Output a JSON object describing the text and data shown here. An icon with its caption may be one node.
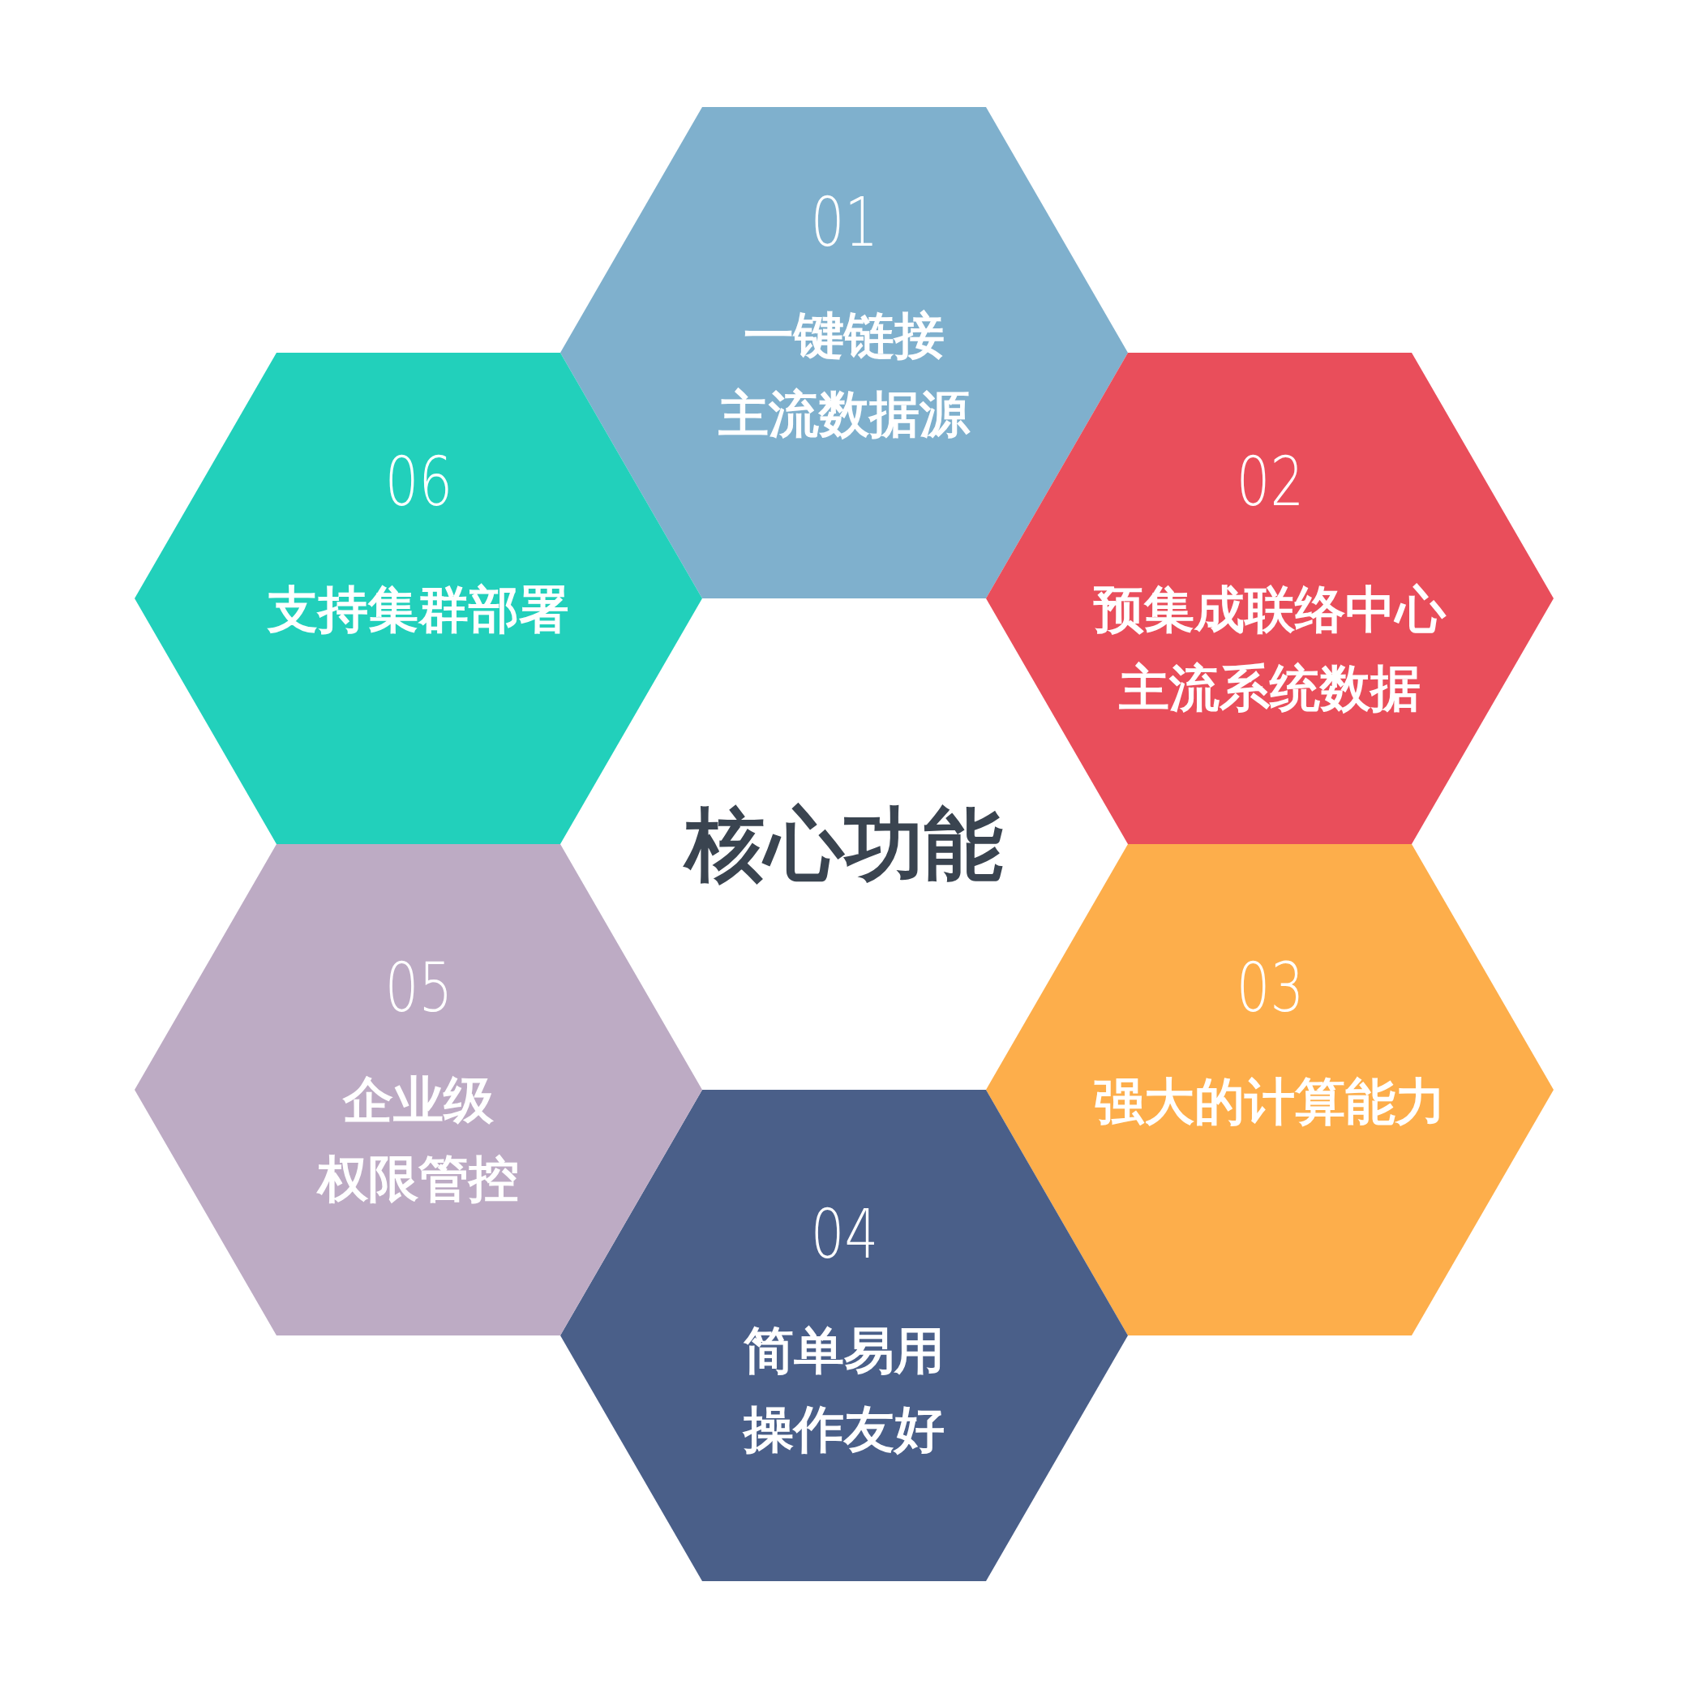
{
  "diagram": {
    "nodes": [
      {
        "text": [
          "核心功能"
        ]
      },
      {
        "text": [
          "01",
          "一键链接主流数据源"
        ]
      },
      {
        "text": [
          "02",
          "预集成联络中心主流系统数据"
        ]
      },
      {
        "text": [
          "03",
          "强大的计算能力"
        ]
      },
      {
        "text": [
          "04",
          "简单易用操作友好"
        ]
      },
      {
        "text": [
          "05",
          "企业级权限管控"
        ]
      },
      {
        "text": [
          "06",
          "支持集群部署"
        ]
      }
    ]
  }
}
